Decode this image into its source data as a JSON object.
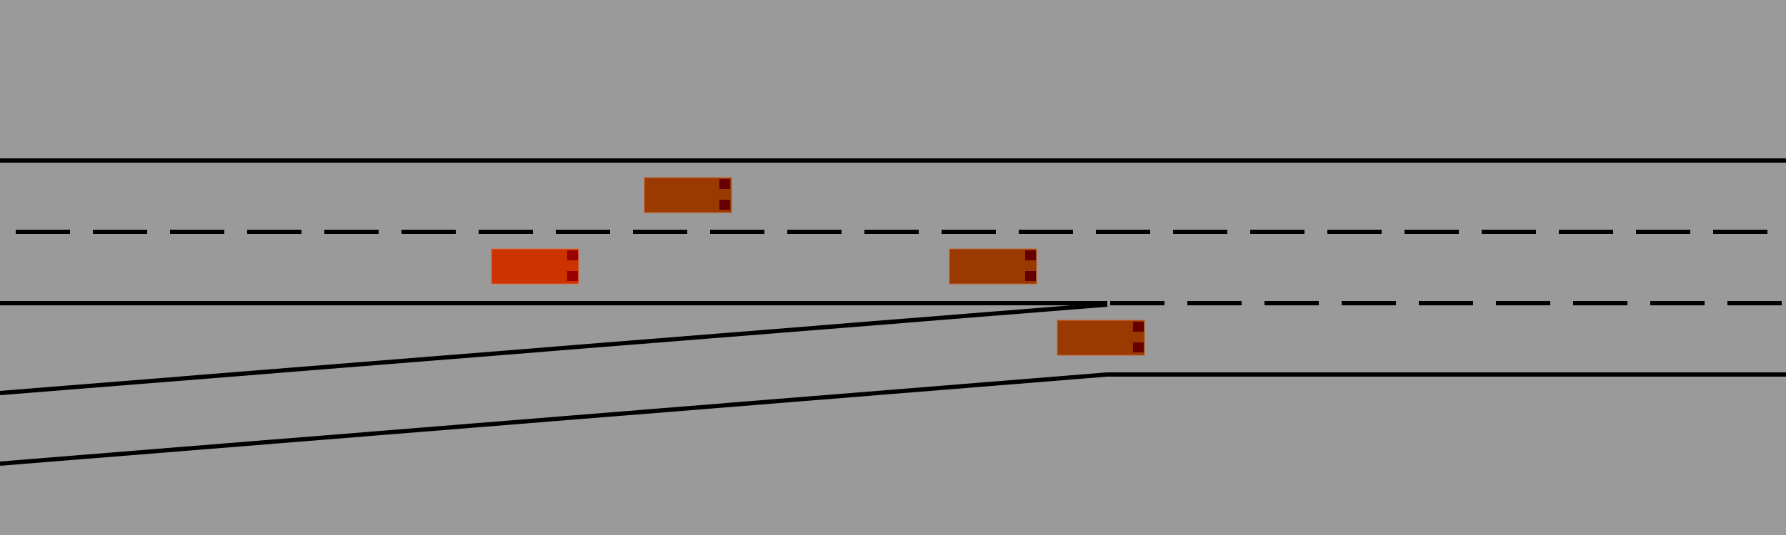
{
  "scene": {
    "type": "highway-merge-simulation",
    "background_color": "#9a9a9a",
    "line_color": "#000000"
  },
  "vehicles": [
    {
      "role": "other",
      "lane": "main-upper",
      "body_color": "#9a3a00",
      "light_color": "#660000"
    },
    {
      "role": "ego",
      "lane": "main-lower",
      "body_color": "#cc3300",
      "light_color": "#990000"
    },
    {
      "role": "other",
      "lane": "main-lower",
      "body_color": "#9a3a00",
      "light_color": "#660000"
    },
    {
      "role": "other",
      "lane": "merge",
      "body_color": "#9a3a00",
      "light_color": "#660000"
    }
  ]
}
